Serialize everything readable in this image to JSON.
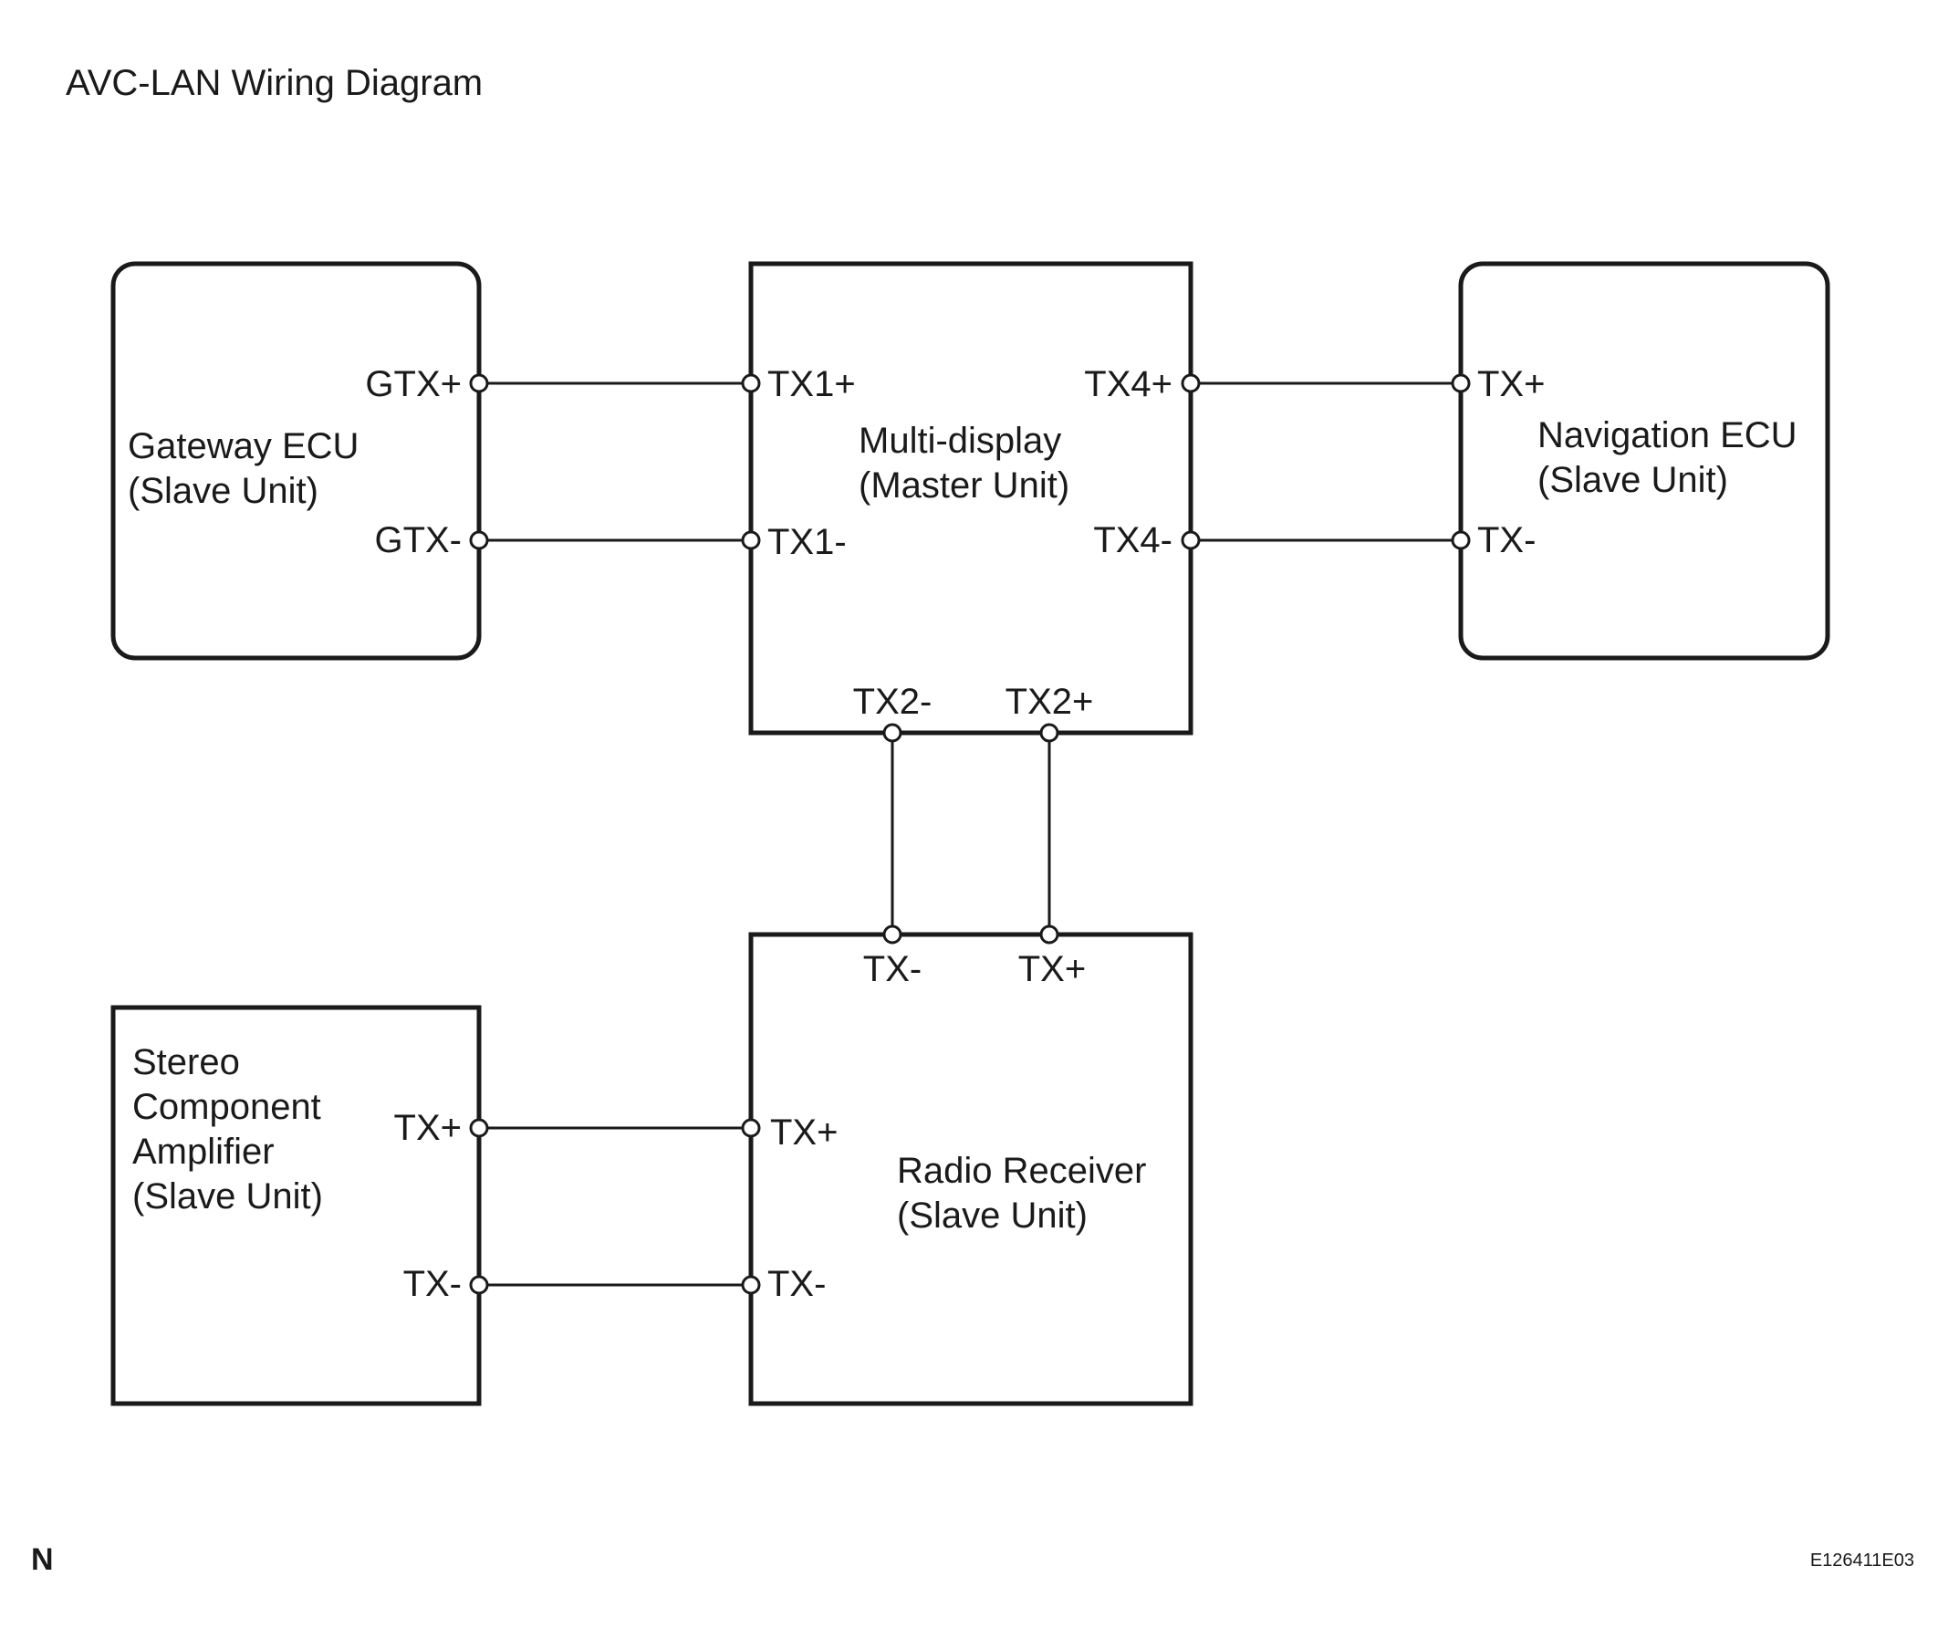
{
  "title": "AVC-LAN Wiring Diagram",
  "units": {
    "gateway": {
      "name": "Gateway ECU",
      "role": "(Slave Unit)",
      "pins": {
        "plus": "GTX+",
        "minus": "GTX-"
      }
    },
    "multidisplay": {
      "name": "Multi-display",
      "role": "(Master Unit)",
      "pins": {
        "tx1p": "TX1+",
        "tx1m": "TX1-",
        "tx4p": "TX4+",
        "tx4m": "TX4-",
        "tx2m": "TX2-",
        "tx2p": "TX2+"
      }
    },
    "navigation": {
      "name": "Navigation ECU",
      "role": "(Slave Unit)",
      "pins": {
        "plus": "TX+",
        "minus": "TX-"
      }
    },
    "amplifier": {
      "name_lines": [
        "Stereo",
        "Component",
        "Amplifier"
      ],
      "role": "(Slave Unit)",
      "pins": {
        "plus": "TX+",
        "minus": "TX-"
      }
    },
    "radio": {
      "name": "Radio Receiver",
      "role": "(Slave Unit)",
      "pins": {
        "top_minus": "TX-",
        "top_plus": "TX+",
        "left_plus": "TX+",
        "left_minus": "TX-"
      }
    }
  },
  "footer": {
    "left_mark": "N",
    "figure_code": "E126411E03"
  },
  "colors": {
    "line": "#1a1a1a",
    "background": "#ffffff"
  }
}
